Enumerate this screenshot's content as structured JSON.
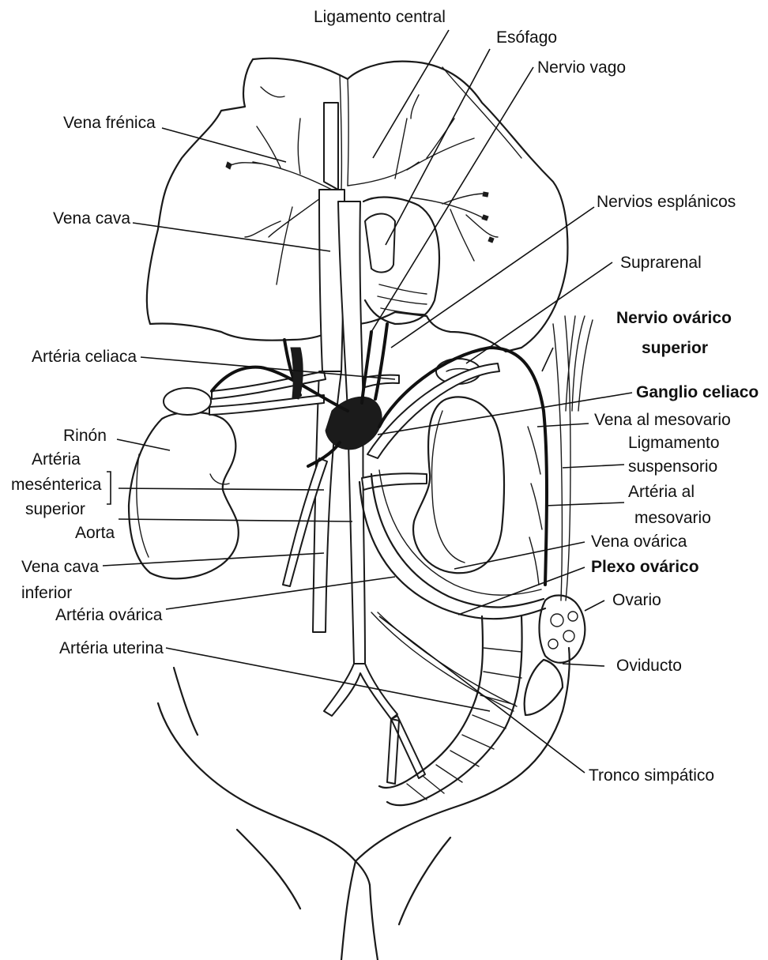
{
  "labels": {
    "ligamento_central": "Ligamento central",
    "esofago": "Esófago",
    "nervio_vago": "Nervio vago",
    "vena_frenica": "Vena frénica",
    "nervios_esplanicos": "Nervios esplánicos",
    "vena_cava": "Vena cava",
    "suprarenal": "Suprarenal",
    "nervio_ovarico_superior_1": "Nervio ovárico",
    "nervio_ovarico_superior_2": "superior",
    "arteria_celiaca": "Artéria celiaca",
    "ganglio_celiaco": "Ganglio celiaco",
    "vena_al_mesovario": "Vena al mesovario",
    "rinon": "Rinón",
    "ligamento_suspensorio_1": "Ligmamento",
    "ligamento_suspensorio_2": "suspensorio",
    "arteria_mesenterica_1": "Artéria",
    "arteria_mesenterica_2": "mesénterica",
    "arteria_mesenterica_3": "superior",
    "arteria_al_mesovario_1": "Artéria al",
    "arteria_al_mesovario_2": "mesovario",
    "aorta": "Aorta",
    "vena_ovarica": "Vena ovárica",
    "vena_cava_inferior_1": "Vena cava",
    "vena_cava_inferior_2": "inferior",
    "plexo_ovarico": "Plexo ovárico",
    "arteria_ovarica": "Artéria ovárica",
    "ovario": "Ovario",
    "arteria_uterina": "Artéria uterina",
    "oviducto": "Oviducto",
    "tronco_simpatico": "Tronco simpático"
  }
}
